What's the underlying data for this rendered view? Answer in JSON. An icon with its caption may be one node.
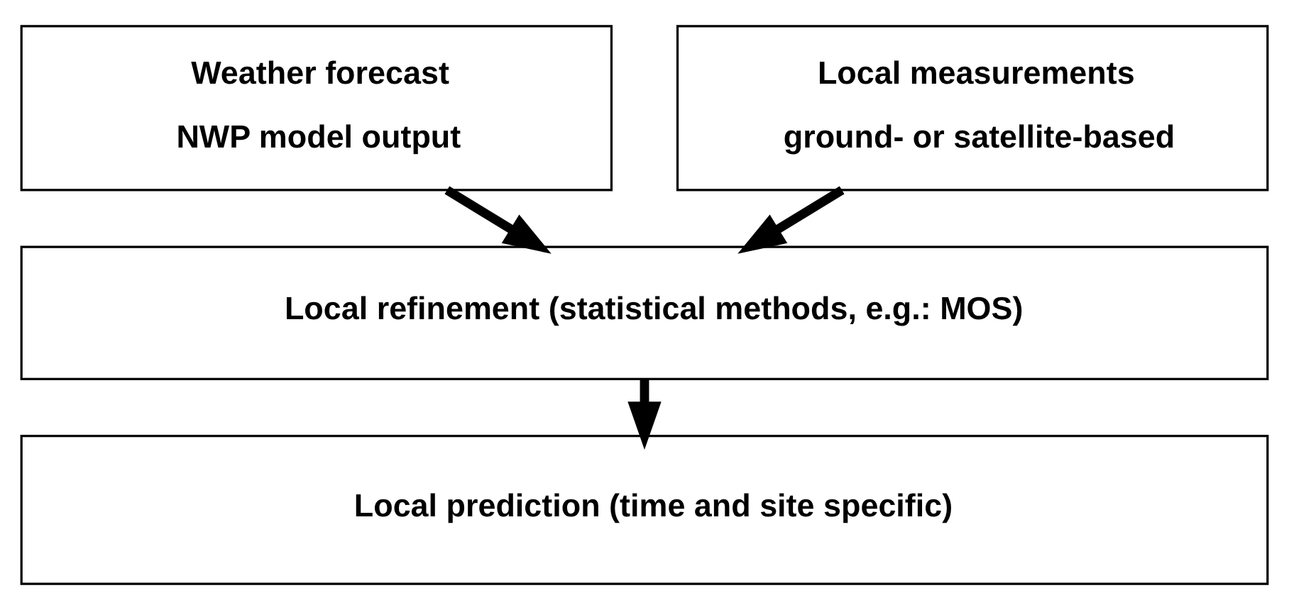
{
  "diagram": {
    "nodes": [
      {
        "text": [
          "Weather forecast",
          "NWP model output"
        ]
      },
      {
        "text": [
          "Local measurements",
          "ground- or satellite-based"
        ]
      },
      {
        "text": [
          "Local refinement (statistical methods, e.g.: MOS)"
        ]
      },
      {
        "text": [
          "Local prediction (time and site specific)"
        ]
      }
    ],
    "edges": [
      {
        "from": 0,
        "to": 2,
        "arrow": "to"
      },
      {
        "from": 1,
        "to": 2,
        "arrow": "to"
      },
      {
        "from": 2,
        "to": 3,
        "arrow": "to"
      }
    ]
  }
}
